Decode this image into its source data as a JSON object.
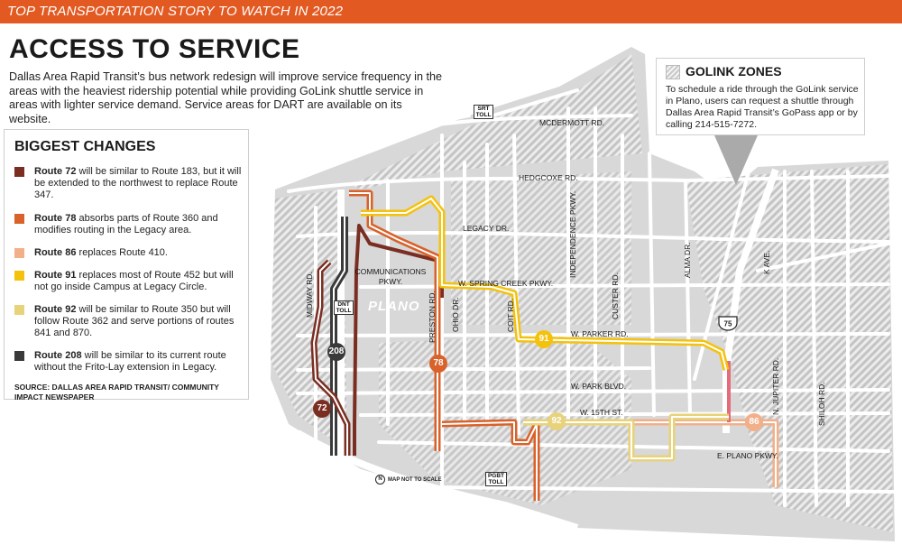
{
  "banner": {
    "text": "TOP TRANSPORTATION STORY TO WATCH IN 2022"
  },
  "title": "ACCESS TO SERVICE",
  "intro": "Dallas Area Rapid Transit’s bus network redesign will improve service frequency in the areas with the heaviest ridership potential while providing GoLink shuttle service in areas with lighter service demand. Service areas for DART are available on its website.",
  "legend": {
    "title": "BIGGEST CHANGES",
    "items": [
      {
        "route": "Route 72",
        "text": " will be similar to Route 183, but it will be extended to the northwest to replace Route 347.",
        "color": "#7a2e22"
      },
      {
        "route": "Route 78",
        "text": " absorbs parts of Route 360 and modifies routing in the Legacy area.",
        "color": "#d9612a"
      },
      {
        "route": "Route 86",
        "text": " replaces Route 410.",
        "color": "#f2b08a"
      },
      {
        "route": "Route 91",
        "text": " replaces most of Route 452 but will not go inside Campus at Legacy Circle.",
        "color": "#f4c20d"
      },
      {
        "route": "Route 92",
        "text": " will be similar to Route 350 but will follow Route 362 and serve portions of routes 841 and 870.",
        "color": "#e8d27a"
      },
      {
        "route": "Route 208",
        "text": " will be similar to its current route without the Frito-Lay extension in Legacy.",
        "color": "#3a3a3a"
      }
    ],
    "source": "SOURCE: DALLAS AREA RAPID TRANSIT/ COMMUNITY IMPACT NEWSPAPER"
  },
  "zones": {
    "title": "GOLINK ZONES",
    "text": "To schedule a ride through the GoLink service in Plano, users can request a shuttle through Dallas Area Rapid Transit’s GoPass app or by calling 214-515-7272."
  },
  "map": {
    "city": "PLANO",
    "roads": {
      "mcdermott": "MCDERMOTT RD.",
      "hedgcoxe": "HEDGCOXE RD.",
      "legacy": "LEGACY DR.",
      "spring_creek": "W. SPRING CREEK PKWY.",
      "parker": "W. PARKER RD.",
      "park_blvd": "W. PARK BLVD.",
      "fifteenth": "W. 15TH ST.",
      "plano_pkwy": "E. PLANO PKWY.",
      "midway": "MIDWAY RD.",
      "preston": "PRESTON RD.",
      "ohio": "OHIO DR.",
      "coit": "COIT RD.",
      "independence": "INDEPENDENCE PKWY.",
      "custer": "CUSTER RD.",
      "alma": "ALMA DR.",
      "k_ave": "K AVE.",
      "jupiter": "N. JUPITER RD.",
      "shiloh": "SHILOH RD.",
      "communications": "COMMUNICATIONS PKWY."
    },
    "tolls": {
      "srt": "SRT TOLL",
      "dnt": "DNT TOLL",
      "pgbt": "PGBT TOLL"
    },
    "highway": "75",
    "badges": {
      "r72": "72",
      "r78": "78",
      "r86": "86",
      "r91": "91",
      "r92": "92",
      "r208": "208"
    },
    "not_to_scale": "MAP NOT TO SCALE",
    "north_symbol": "N"
  },
  "colors": {
    "banner": "#e25a22",
    "road": "#ffffff",
    "land": "#dadada",
    "route72": "#7a2e22",
    "route78": "#d9612a",
    "route86": "#f2b08a",
    "route91": "#f4c20d",
    "route92": "#e8d27a",
    "route208": "#3a3a3a"
  }
}
